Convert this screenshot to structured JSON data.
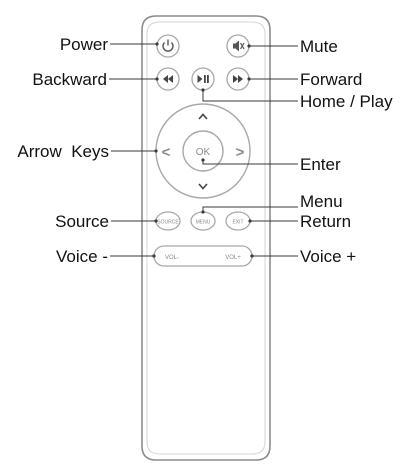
{
  "callouts": {
    "power": "Power",
    "mute": "Mute",
    "backward": "Backward",
    "forward": "Forward",
    "home_play": "Home / Play",
    "arrow_keys": "Arrow  Keys",
    "enter": "Enter",
    "menu": "Menu",
    "source": "Source",
    "return": "Return",
    "voice_minus": "Voice -",
    "voice_plus": "Voice +"
  },
  "buttons": {
    "ok": "OK",
    "source": "SOURCE",
    "menu": "MENU",
    "return": "EXIT",
    "vol_minus": "VOL-",
    "vol_plus": "VOL+",
    "arrow_left": "<",
    "arrow_right": ">"
  },
  "icons": {
    "power": "power-icon",
    "mute": "mute-icon",
    "backward": "rewind-icon",
    "forward": "fast-forward-icon",
    "home_play": "play-pause-icon",
    "arrow_up": "chevron-up-icon",
    "arrow_down": "chevron-down-icon"
  },
  "colors": {
    "remote_outline": "#8c8c8c",
    "button_outline": "#a8a8a8",
    "label_text": "#111111",
    "leader_line": "#3a3a3a"
  }
}
